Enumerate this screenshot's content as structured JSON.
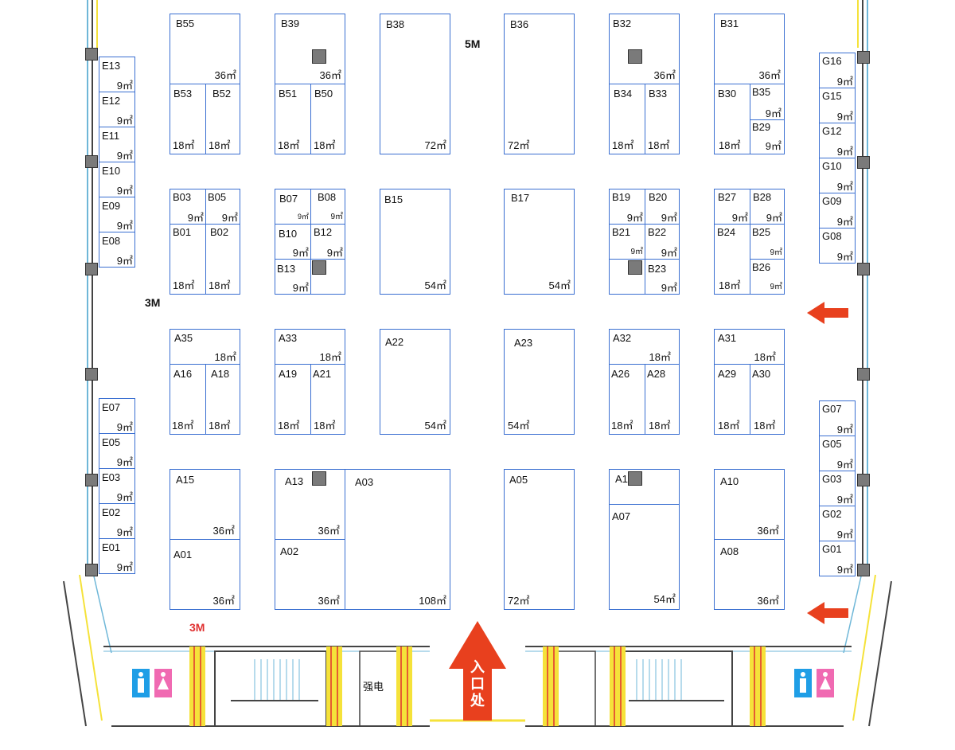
{
  "labels": {
    "m5": "5M",
    "m3_left": "3M",
    "m3_bottom": "3M",
    "entrance": "入口处",
    "power": "强电"
  },
  "colors": {
    "booth_border": "#3a6fd1",
    "wall": "#6fb7d8",
    "stair_red": "#e03030",
    "yellow": "#f5e23a",
    "arrow": "#e8401e",
    "male": "#1f9ee6",
    "female": "#f06ab2"
  },
  "booths": {
    "B55": {
      "name": "B55",
      "area": "36㎡"
    },
    "B53": {
      "name": "B53",
      "area": "18㎡"
    },
    "B52": {
      "name": "B52",
      "area": "18㎡"
    },
    "B39": {
      "name": "B39",
      "area": "36㎡"
    },
    "B51": {
      "name": "B51",
      "area": "18㎡"
    },
    "B50": {
      "name": "B50",
      "area": "18㎡"
    },
    "B38": {
      "name": "B38",
      "area": "72㎡"
    },
    "B36": {
      "name": "B36",
      "area": "72㎡"
    },
    "B32": {
      "name": "B32",
      "area": "36㎡"
    },
    "B34": {
      "name": "B34",
      "area": "18㎡"
    },
    "B33": {
      "name": "B33",
      "area": "18㎡"
    },
    "B31": {
      "name": "B31",
      "area": "36㎡"
    },
    "B30": {
      "name": "B30",
      "area": "18㎡"
    },
    "B35": {
      "name": "B35",
      "area": "9㎡"
    },
    "B29": {
      "name": "B29",
      "area": "9㎡"
    },
    "B03": {
      "name": "B03",
      "area": "9㎡"
    },
    "B05": {
      "name": "B05",
      "area": "9㎡"
    },
    "B01": {
      "name": "B01",
      "area": "18㎡"
    },
    "B02": {
      "name": "B02",
      "area": "18㎡"
    },
    "B07": {
      "name": "B07",
      "area": "9㎡"
    },
    "B08": {
      "name": "B08",
      "area": "9㎡"
    },
    "B10": {
      "name": "B10",
      "area": "9㎡"
    },
    "B12": {
      "name": "B12",
      "area": "9㎡"
    },
    "B13": {
      "name": "B13",
      "area": "9㎡"
    },
    "B15": {
      "name": "B15",
      "area": "54㎡"
    },
    "B17": {
      "name": "B17",
      "area": "54㎡"
    },
    "B19": {
      "name": "B19",
      "area": "9㎡"
    },
    "B20": {
      "name": "B20",
      "area": "9㎡"
    },
    "B21": {
      "name": "B21",
      "area": "9㎡"
    },
    "B22": {
      "name": "B22",
      "area": "9㎡"
    },
    "B23": {
      "name": "B23",
      "area": "9㎡"
    },
    "B27": {
      "name": "B27",
      "area": "9㎡"
    },
    "B28": {
      "name": "B28",
      "area": "9㎡"
    },
    "B24": {
      "name": "B24",
      "area": "18㎡"
    },
    "B25": {
      "name": "B25",
      "area": "9㎡"
    },
    "B26": {
      "name": "B26",
      "area": "9㎡"
    },
    "A35": {
      "name": "A35",
      "area": "18㎡"
    },
    "A16": {
      "name": "A16",
      "area": "18㎡"
    },
    "A18": {
      "name": "A18",
      "area": "18㎡"
    },
    "A33": {
      "name": "A33",
      "area": "18㎡"
    },
    "A19": {
      "name": "A19",
      "area": "18㎡"
    },
    "A21": {
      "name": "A21",
      "area": "18㎡"
    },
    "A22": {
      "name": "A22",
      "area": "54㎡"
    },
    "A23": {
      "name": "A23",
      "area": "54㎡"
    },
    "A32": {
      "name": "A32",
      "area": "18㎡"
    },
    "A26": {
      "name": "A26",
      "area": "18㎡"
    },
    "A28": {
      "name": "A28",
      "area": "18㎡"
    },
    "A31": {
      "name": "A31",
      "area": "18㎡"
    },
    "A29": {
      "name": "A29",
      "area": "18㎡"
    },
    "A30": {
      "name": "A30",
      "area": "18㎡"
    },
    "A15": {
      "name": "A15",
      "area": "36㎡"
    },
    "A01": {
      "name": "A01",
      "area": "36㎡"
    },
    "A13": {
      "name": "A13",
      "area": "36㎡"
    },
    "A02": {
      "name": "A02",
      "area": "36㎡"
    },
    "A03": {
      "name": "A03",
      "area": "108㎡"
    },
    "A05": {
      "name": "A05",
      "area": "72㎡"
    },
    "A11": {
      "name": "A11"
    },
    "A07": {
      "name": "A07",
      "area": "54㎡"
    },
    "A10": {
      "name": "A10",
      "area": "36㎡"
    },
    "A08": {
      "name": "A08",
      "area": "36㎡"
    },
    "E13": {
      "name": "E13",
      "area": "9㎡"
    },
    "E12": {
      "name": "E12",
      "area": "9㎡"
    },
    "E11": {
      "name": "E11",
      "area": "9㎡"
    },
    "E10": {
      "name": "E10",
      "area": "9㎡"
    },
    "E09": {
      "name": "E09",
      "area": "9㎡"
    },
    "E08": {
      "name": "E08",
      "area": "9㎡"
    },
    "E07": {
      "name": "E07",
      "area": "9㎡"
    },
    "E05": {
      "name": "E05",
      "area": "9㎡"
    },
    "E03": {
      "name": "E03",
      "area": "9㎡"
    },
    "E02": {
      "name": "E02",
      "area": "9㎡"
    },
    "E01": {
      "name": "E01",
      "area": "9㎡"
    },
    "G16": {
      "name": "G16",
      "area": "9㎡"
    },
    "G15": {
      "name": "G15",
      "area": "9㎡"
    },
    "G12": {
      "name": "G12",
      "area": "9㎡"
    },
    "G10": {
      "name": "G10",
      "area": "9㎡"
    },
    "G09": {
      "name": "G09",
      "area": "9㎡"
    },
    "G08": {
      "name": "G08",
      "area": "9㎡"
    },
    "G07": {
      "name": "G07",
      "area": "9㎡"
    },
    "G05": {
      "name": "G05",
      "area": "9㎡"
    },
    "G03": {
      "name": "G03",
      "area": "9㎡"
    },
    "G02": {
      "name": "G02",
      "area": "9㎡"
    },
    "G01": {
      "name": "G01",
      "area": "9㎡"
    }
  }
}
